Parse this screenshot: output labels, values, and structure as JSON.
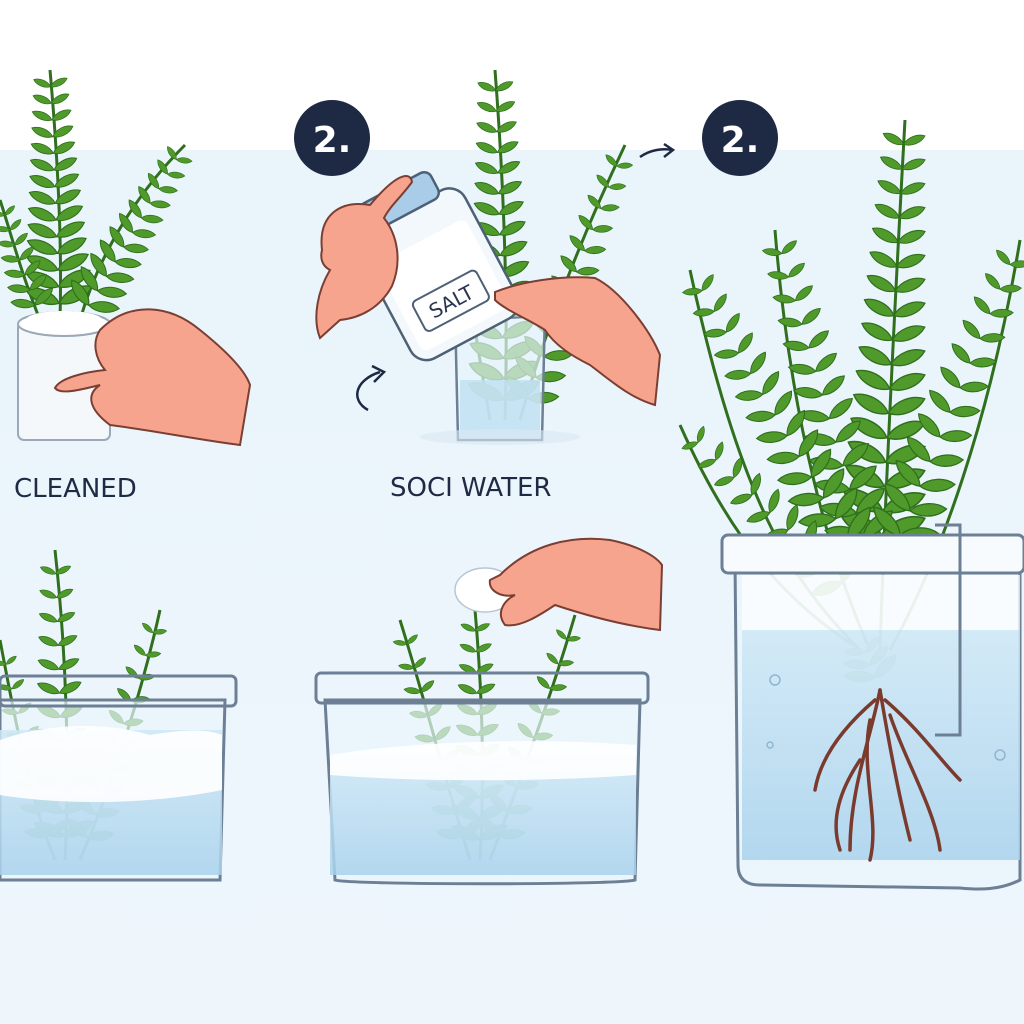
{
  "steps": [
    {
      "badge": "2."
    },
    {
      "badge": "2."
    }
  ],
  "captions": {
    "cleaned": "CLEANED",
    "soak": "SOCI WATER"
  },
  "jar_label": "SALT",
  "colors": {
    "fern": "#4f9a2a",
    "fern_dark": "#2f6f1d",
    "water": "#bfe0f2",
    "badge": "#1e2a44",
    "skin": "#f7a48f",
    "root": "#7a3b2e",
    "sky": "#e8f3fb"
  },
  "icons": [
    "fern-icon",
    "hand-icon",
    "salt-jar-icon",
    "water-container-icon",
    "arrow-icon",
    "roots-icon"
  ]
}
